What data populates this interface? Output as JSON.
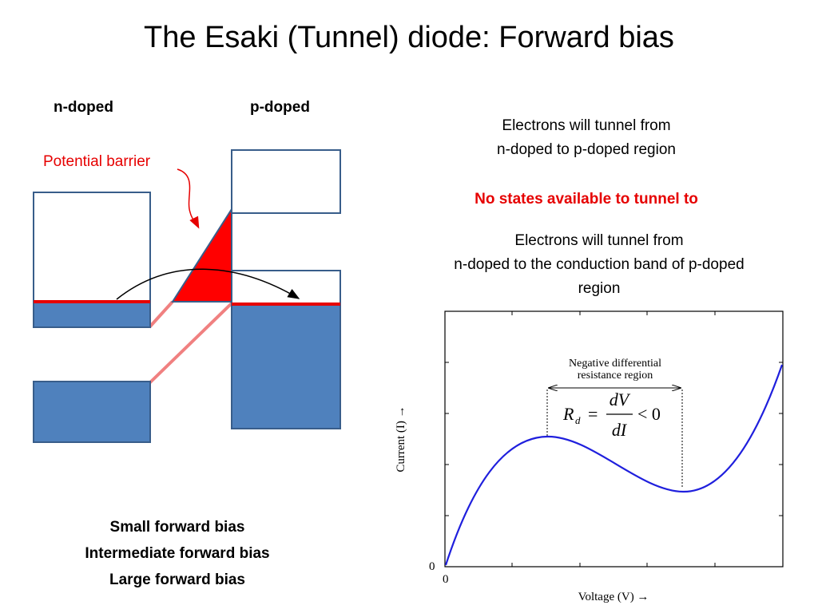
{
  "slide": {
    "title": "The Esaki (Tunnel) diode: Forward bias"
  },
  "band_diagram": {
    "n_label": "n-doped",
    "p_label": "p-doped",
    "barrier_label": "Potential barrier",
    "colors": {
      "filled_band": "#4f81bd",
      "band_outline": "#385d8a",
      "fermi_line": "#e60000",
      "barrier_fill": "#ff0000",
      "band_bending": "#f08080"
    }
  },
  "notes": {
    "tunnel1_line1": "Electrons will tunnel from",
    "tunnel1_line2": "n-doped to p-doped region",
    "no_states": "No states available to tunnel to",
    "tunnel2_line1": "Electrons will tunnel from",
    "tunnel2_line2": "n-doped to the conduction band of p-doped",
    "tunnel2_line3": "region"
  },
  "bias_list": {
    "small": "Small forward bias",
    "intermediate": "Intermediate forward bias",
    "large": "Large forward bias"
  },
  "iv_plot": {
    "ylabel": "Current (I) →",
    "xlabel": "Voltage (V) →",
    "x_zero": "0",
    "y_zero": "0",
    "ndr_label_line1": "Negative differential",
    "ndr_label_line2": "resistance region",
    "formula_R": "R",
    "formula_sub": "d",
    "formula_eq": "=",
    "formula_num": "dV",
    "formula_den": "dI",
    "formula_rhs": "< 0",
    "curve_color": "#1f1fdd"
  }
}
